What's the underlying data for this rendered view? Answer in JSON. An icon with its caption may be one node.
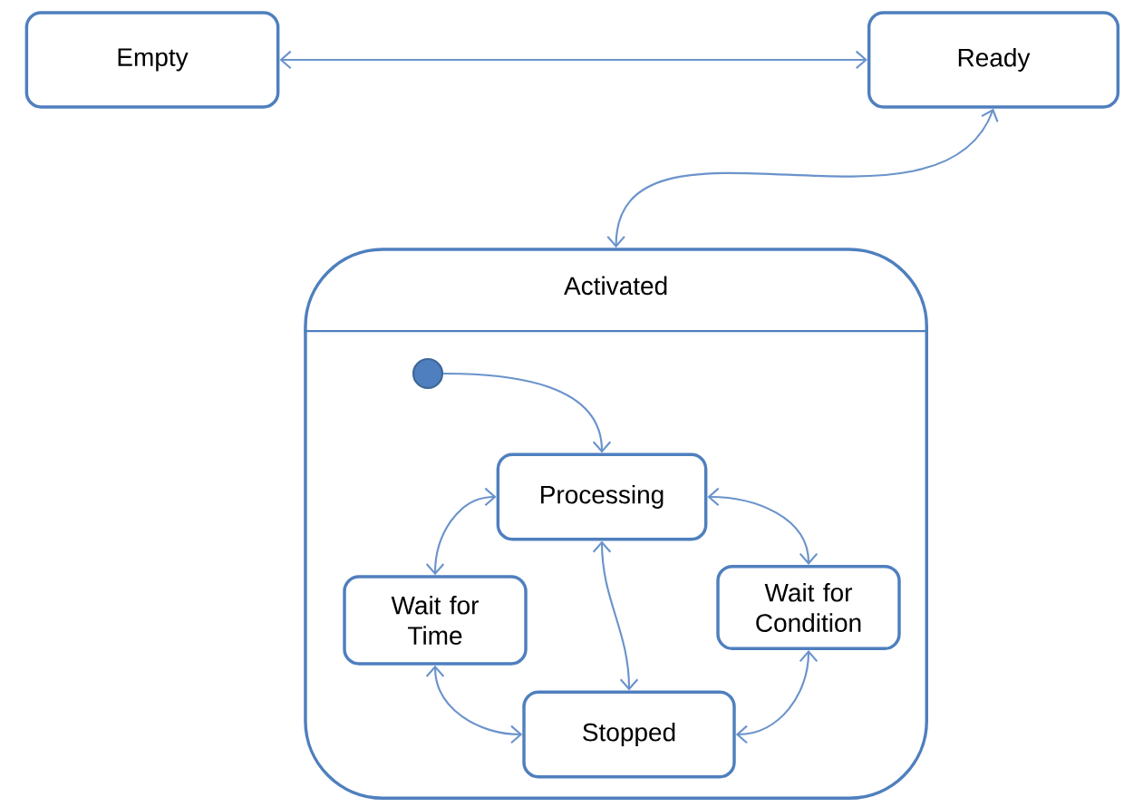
{
  "diagram": {
    "nodes": [
      {
        "text": [
          "Empty"
        ]
      },
      {
        "text": [
          "Ready"
        ]
      },
      {
        "text": [
          "Activated"
        ]
      },
      {
        "text": [],
        "shape": "circle",
        "in": 2
      },
      {
        "text": [
          "Processing"
        ],
        "in": 2
      },
      {
        "text": [
          "Wait for Time"
        ],
        "in": 2
      },
      {
        "text": [
          "Wait for Condition"
        ],
        "in": 2
      },
      {
        "text": [
          "Stopped"
        ],
        "in": 2
      }
    ],
    "edges": [
      {
        "from": 0,
        "to": 1,
        "arrow": "both"
      },
      {
        "from": 1,
        "to": 2,
        "arrow": "both"
      },
      {
        "from": 3,
        "to": 4,
        "arrow": "to"
      },
      {
        "from": 4,
        "to": 5,
        "arrow": "both"
      },
      {
        "from": 4,
        "to": 6,
        "arrow": "both"
      },
      {
        "from": 4,
        "to": 7,
        "arrow": "both"
      },
      {
        "from": 5,
        "to": 7,
        "arrow": "both"
      },
      {
        "from": 6,
        "to": 7,
        "arrow": "both"
      }
    ]
  }
}
